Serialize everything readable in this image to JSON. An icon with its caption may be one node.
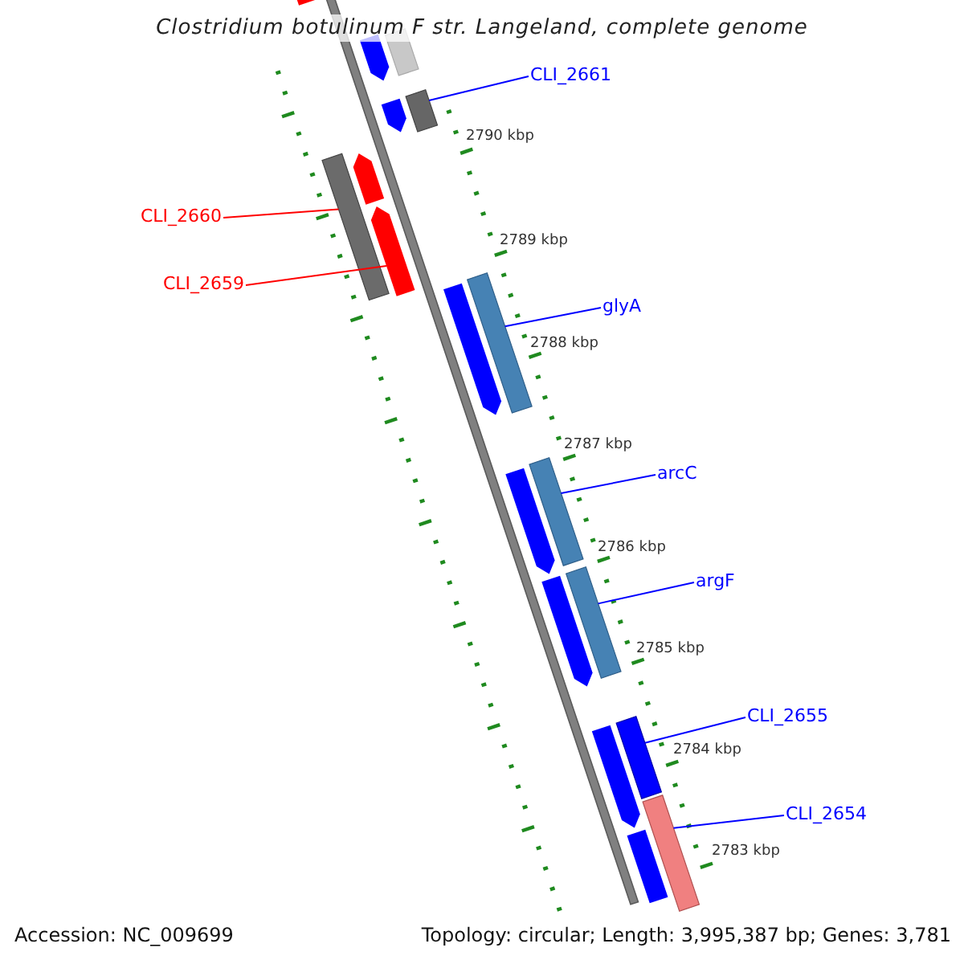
{
  "diagram": {
    "title": "Clostridium botulinum F str. Langeland, complete genome",
    "nodes": [
      {
        "text": [
          "CLI_2661"
        ]
      },
      {
        "text": [],
        "shape": "bar"
      },
      {
        "text": [
          "CLI_2660"
        ]
      },
      {
        "text": [],
        "shape": "bar"
      },
      {
        "text": [
          "CLI_2659"
        ]
      },
      {
        "text": [],
        "shape": "bar"
      },
      {
        "text": [
          "glyA"
        ]
      },
      {
        "text": [],
        "shape": "bar"
      },
      {
        "text": [
          "arcC"
        ]
      },
      {
        "text": [],
        "shape": "bar"
      },
      {
        "text": [
          "argF"
        ]
      },
      {
        "text": [],
        "shape": "bar"
      },
      {
        "text": [
          "CLI_2655"
        ]
      },
      {
        "text": [],
        "shape": "bar"
      },
      {
        "text": [
          "CLI_2654"
        ]
      },
      {
        "text": [],
        "shape": "bar"
      },
      {
        "text": [],
        "shape": "bar"
      },
      {
        "text": [],
        "shape": "bar"
      },
      {
        "text": [],
        "shape": "bar"
      },
      {
        "text": [],
        "shape": "bar"
      },
      {
        "text": [],
        "shape": "bar"
      },
      {
        "text": [],
        "shape": "bar"
      },
      {
        "text": [],
        "shape": "bar"
      },
      {
        "text": [],
        "shape": "bar"
      },
      {
        "text": [],
        "shape": "bar"
      },
      {
        "text": [],
        "shape": "bar"
      }
    ],
    "edges": [
      {
        "from": 0,
        "to": 1,
        "arrow": "none"
      },
      {
        "from": 2,
        "to": 3,
        "arrow": "none",
        "color": "#ff0000"
      },
      {
        "from": 4,
        "to": 5,
        "arrow": "none",
        "color": "#ff0000"
      },
      {
        "from": 6,
        "to": 7,
        "arrow": "none"
      },
      {
        "from": 8,
        "to": 9,
        "arrow": "none"
      },
      {
        "from": 10,
        "to": 11,
        "arrow": "none"
      },
      {
        "from": 12,
        "to": 13,
        "arrow": "none"
      },
      {
        "from": 14,
        "to": 15,
        "arrow": "none"
      }
    ],
    "labels": [
      "2790 kbp",
      "2789 kbp",
      "2788 kbp",
      "2787 kbp",
      "2786 kbp",
      "2785 kbp",
      "2784 kbp",
      "2783 kbp",
      "Accession: NC_009699",
      "Topology: circular; Length: 3,995,387 bp; Genes: 3,781"
    ]
  }
}
